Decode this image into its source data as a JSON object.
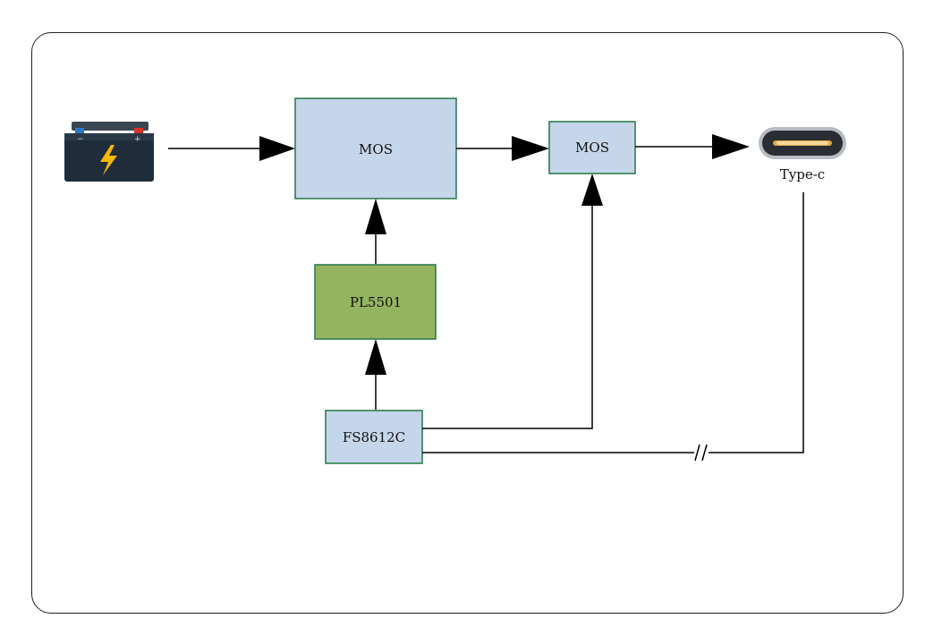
{
  "nodes": {
    "mos_main": {
      "label": "MOS"
    },
    "mos_small": {
      "label": "MOS"
    },
    "pl5501": {
      "label": "PL5501"
    },
    "fs8612c": {
      "label": "FS8612C"
    },
    "typec": {
      "label": "Type-c"
    }
  },
  "colors": {
    "mos_fill": "#c5d6ea",
    "controller_fill": "#95b45f",
    "box_border": "#2e7d4f",
    "battery_body": "#1f2d3a",
    "battery_bolt": "#f5b900",
    "battery_negative": "#2b78c5",
    "battery_positive": "#d9342b"
  },
  "icons": {
    "battery": "car-battery-icon",
    "typec": "usb-typec-port-icon",
    "break": "line-break-symbol"
  }
}
